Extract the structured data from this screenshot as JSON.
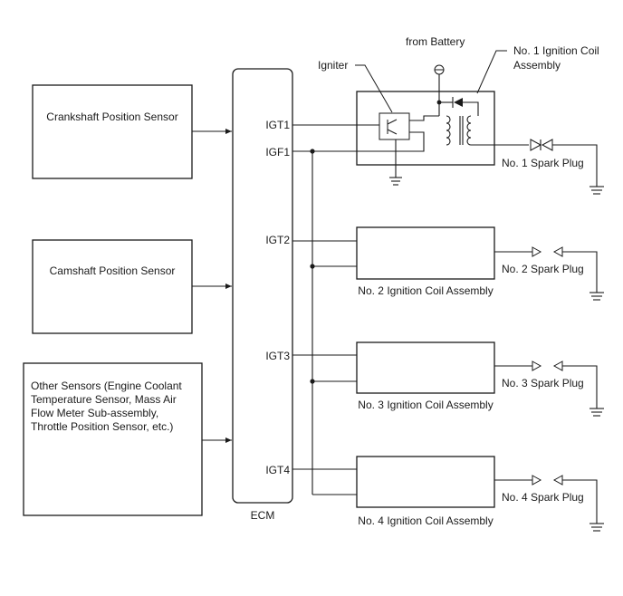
{
  "labels": {
    "from_battery": "from Battery",
    "igniter": "Igniter",
    "coil1_title_line1": "No. 1 Ignition Coil",
    "coil1_title_line2": "Assembly",
    "crankshaft": "Crankshaft Position Sensor",
    "camshaft": "Camshaft Position Sensor",
    "other_sensors_lines": [
      "Other Sensors (Engine Coolant",
      "Temperature Sensor, Mass Air",
      "Flow Meter Sub-assembly,",
      "Throttle Position Sensor, etc.)"
    ],
    "ecm": "ECM",
    "igt1": "IGT1",
    "igf1": "IGF1",
    "igt2": "IGT2",
    "igt3": "IGT3",
    "igt4": "IGT4",
    "coil2": "No. 2 Ignition Coil Assembly",
    "coil3": "No. 3 Ignition Coil Assembly",
    "coil4": "No. 4 Ignition Coil Assembly",
    "plug1": "No. 1 Spark Plug",
    "plug2": "No. 2 Spark Plug",
    "plug3": "No. 3 Spark Plug",
    "plug4": "No. 4 Spark Plug"
  }
}
